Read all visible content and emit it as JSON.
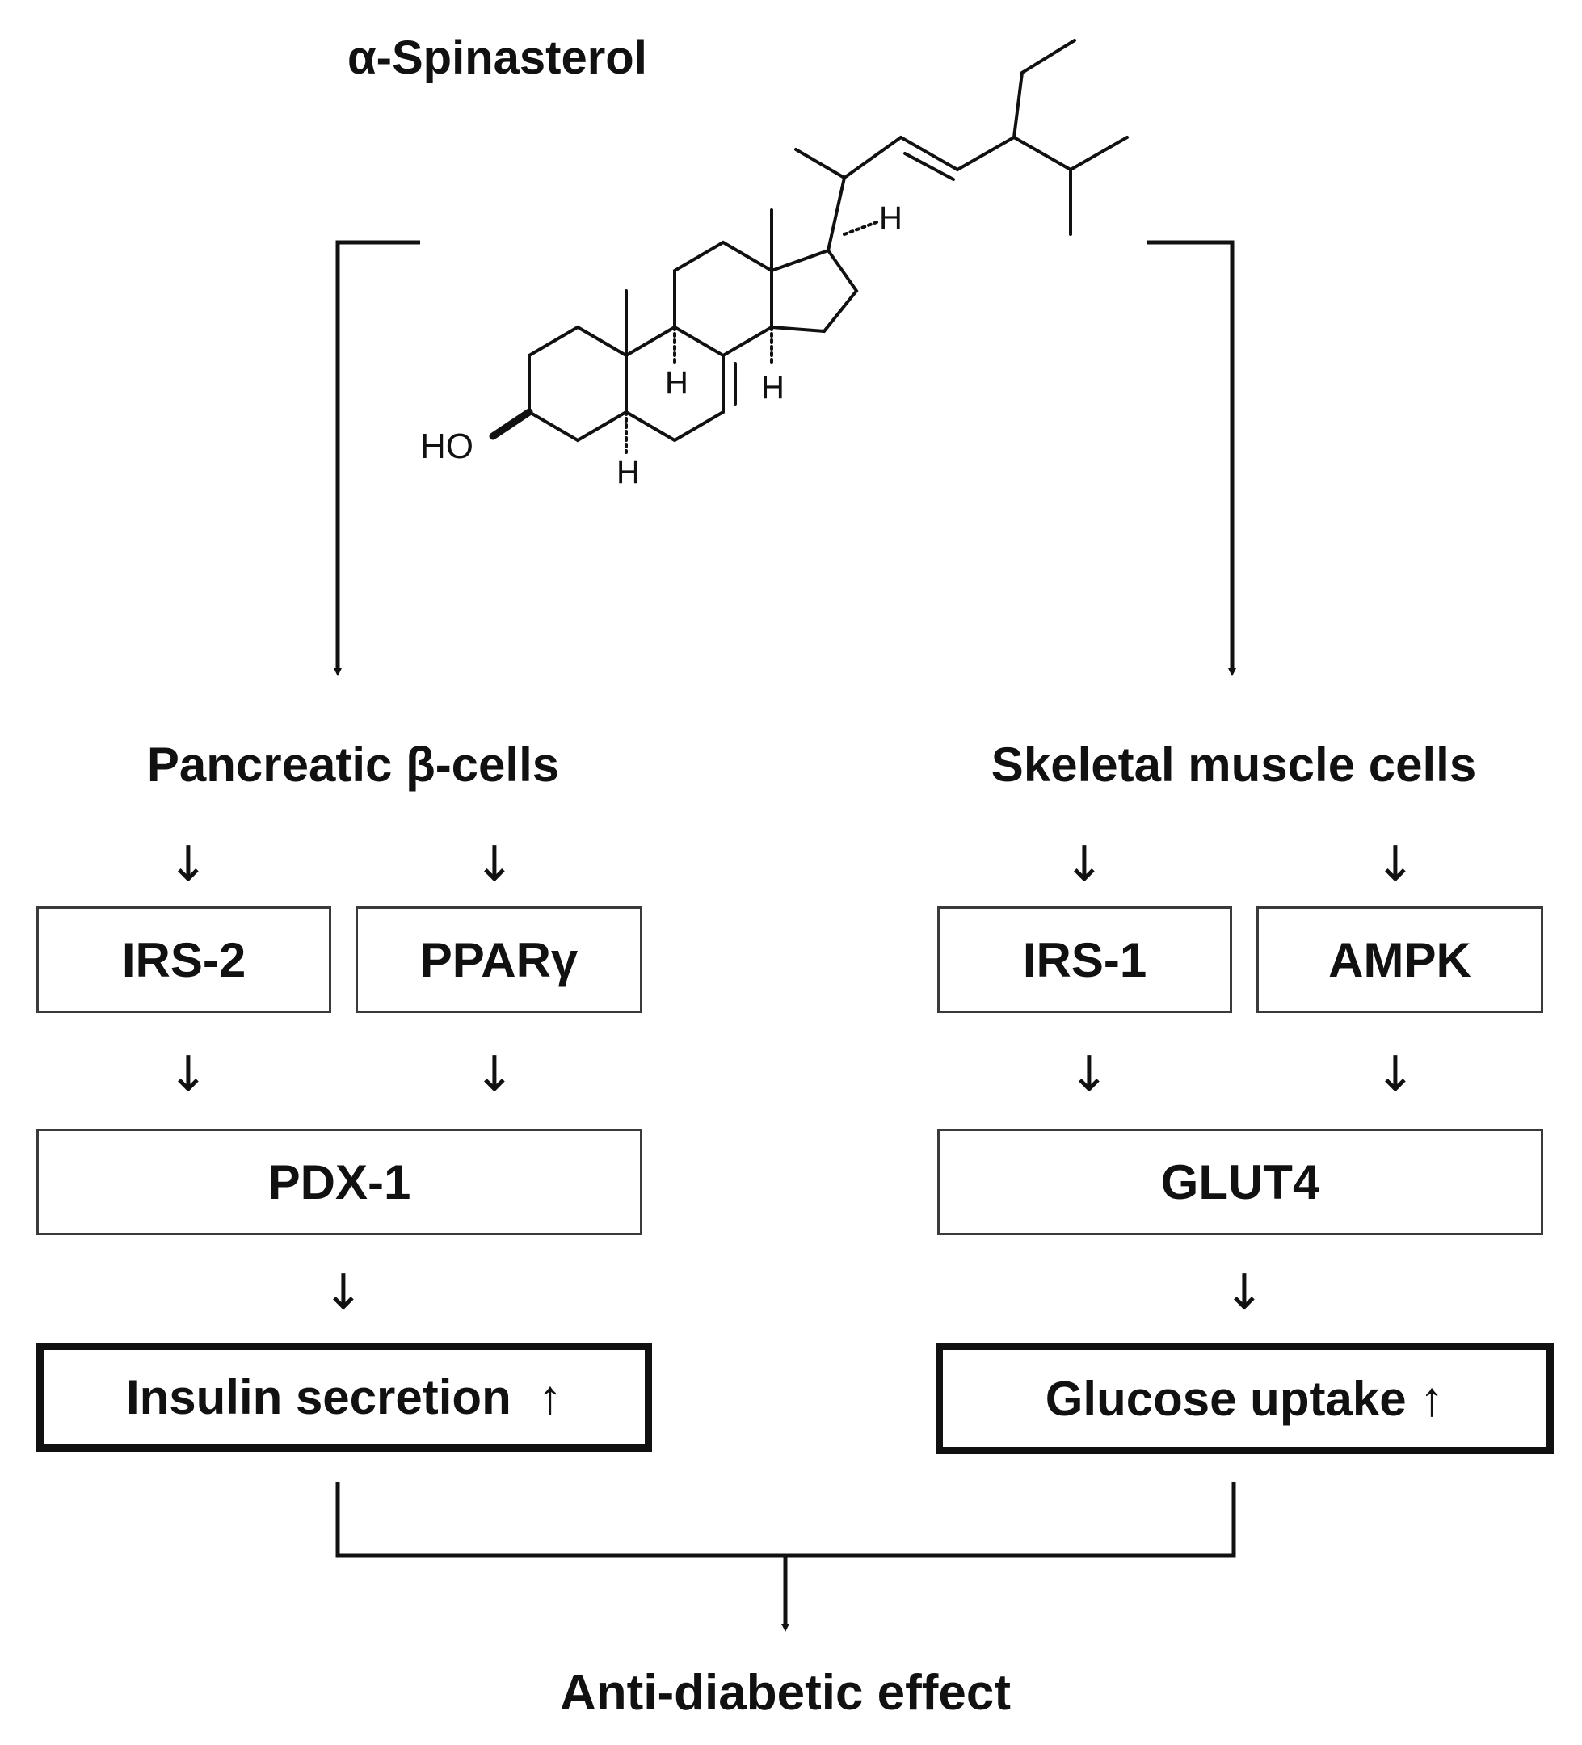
{
  "compound": {
    "name": "α-Spinasterol",
    "atoms": {
      "ho": "HO",
      "h": "H"
    }
  },
  "left": {
    "title": "Pancreatic β-cells",
    "step1": [
      "IRS-2",
      "PPARγ"
    ],
    "step2": "PDX-1",
    "outcome": "Insulin secretion  ↑"
  },
  "right": {
    "title": "Skeletal muscle cells",
    "step1": [
      "IRS-1",
      "AMPK"
    ],
    "step2": "GLUT4",
    "outcome": "Glucose uptake ↑"
  },
  "result": "Anti-diabetic effect",
  "arrow_glyph": "↓"
}
